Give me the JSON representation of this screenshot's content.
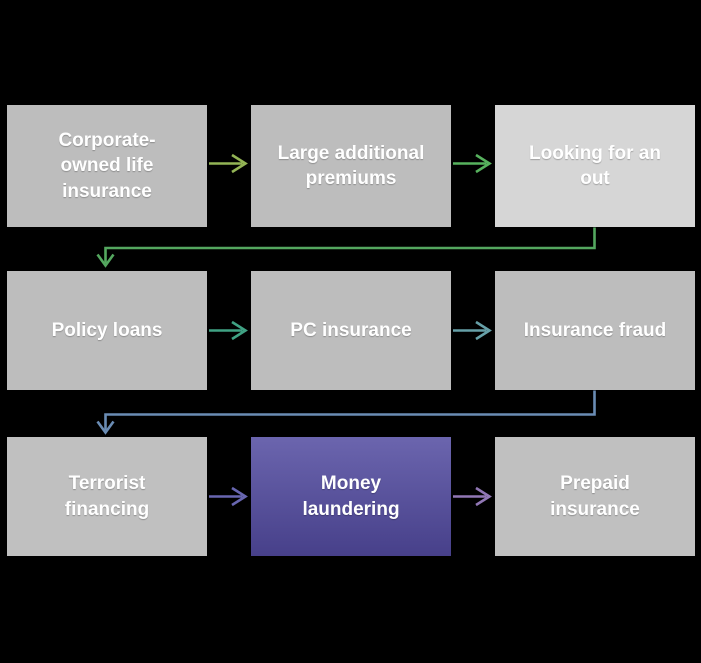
{
  "canvas": {
    "background": "#000000",
    "box_text_color": "#ffffff"
  },
  "flow": {
    "type": "process-flow-diagram",
    "boxes": [
      {
        "label": "Corporate-owned life insurance",
        "bg": "#bdbdbd",
        "row": 1,
        "col": 1
      },
      {
        "label": "Large additional premiums",
        "bg": "#bdbdbd",
        "row": 1,
        "col": 2
      },
      {
        "label": "Looking for an out",
        "bg": "#d6d6d6",
        "row": 1,
        "col": 3
      },
      {
        "label": "Policy loans",
        "bg": "#bdbdbd",
        "row": 2,
        "col": 1
      },
      {
        "label": "PC insurance",
        "bg": "#bdbdbd",
        "row": 2,
        "col": 2
      },
      {
        "label": "Insurance fraud",
        "bg": "#bdbdbd",
        "row": 2,
        "col": 3
      },
      {
        "label": "Terrorist financing",
        "bg": "#c0c0c0",
        "row": 3,
        "col": 1
      },
      {
        "label": "Money laundering",
        "bg": [
          "#6b65ae",
          "#47408a"
        ],
        "row": 3,
        "col": 2,
        "highlighted": true
      },
      {
        "label": "Prepaid insurance",
        "bg": "#c0c0c0",
        "row": 3,
        "col": 3
      }
    ],
    "connections": [
      {
        "from": "Corporate-owned life insurance",
        "to": "Large additional premiums",
        "shape": "straight",
        "color": "#93b455"
      },
      {
        "from": "Large additional premiums",
        "to": "Looking for an out",
        "shape": "straight",
        "color": "#57b25e"
      },
      {
        "from": "Looking for an out",
        "to": "Policy loans",
        "shape": "elbow",
        "color": "#54a75f"
      },
      {
        "from": "Policy loans",
        "to": "PC insurance",
        "shape": "straight",
        "color": "#40a284"
      },
      {
        "from": "PC insurance",
        "to": "Insurance fraud",
        "shape": "straight",
        "color": "#66a0a8"
      },
      {
        "from": "Insurance fraud",
        "to": "Terrorist financing",
        "shape": "elbow",
        "color": "#6a8cb4"
      },
      {
        "from": "Terrorist financing",
        "to": "Money laundering",
        "shape": "straight",
        "color": "#6866b0"
      },
      {
        "from": "Money laundering",
        "to": "Prepaid insurance",
        "shape": "straight",
        "color": "#9177b5"
      }
    ]
  }
}
